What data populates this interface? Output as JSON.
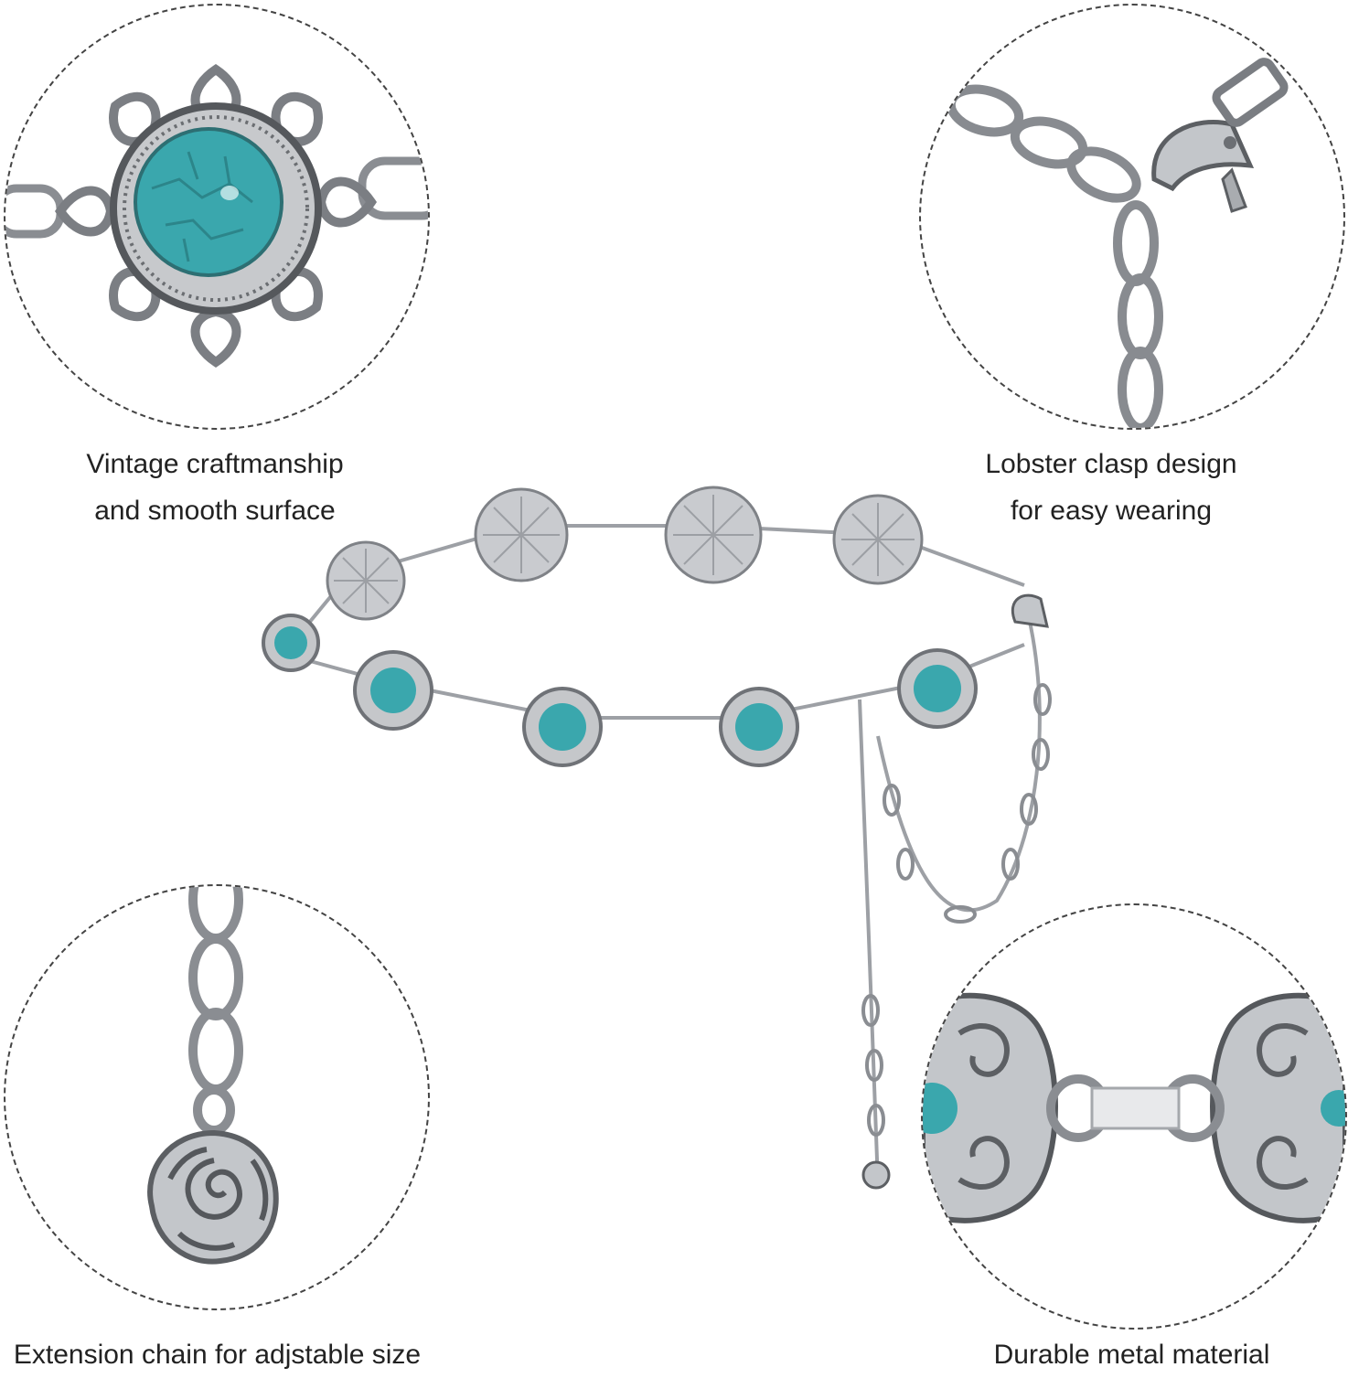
{
  "callouts": {
    "top_left": {
      "line1": "Vintage craftmanship",
      "line2": "and smooth surface"
    },
    "top_right": {
      "line1": "Lobster clasp design",
      "line2": "for easy wearing"
    },
    "bottom_left": {
      "line1": "Extension chain for adjstable size"
    },
    "bottom_right": {
      "line1": "Durable metal material"
    }
  },
  "colors": {
    "turquoise": "#3aa7ad",
    "silver": "#bfc2c6",
    "silver_dark": "#6c6f74",
    "dashed_border": "#444444",
    "text": "#222222"
  },
  "icons": [
    "turquoise-concho-icon",
    "lobster-clasp-icon",
    "rose-charm-icon",
    "chain-link-icon"
  ]
}
